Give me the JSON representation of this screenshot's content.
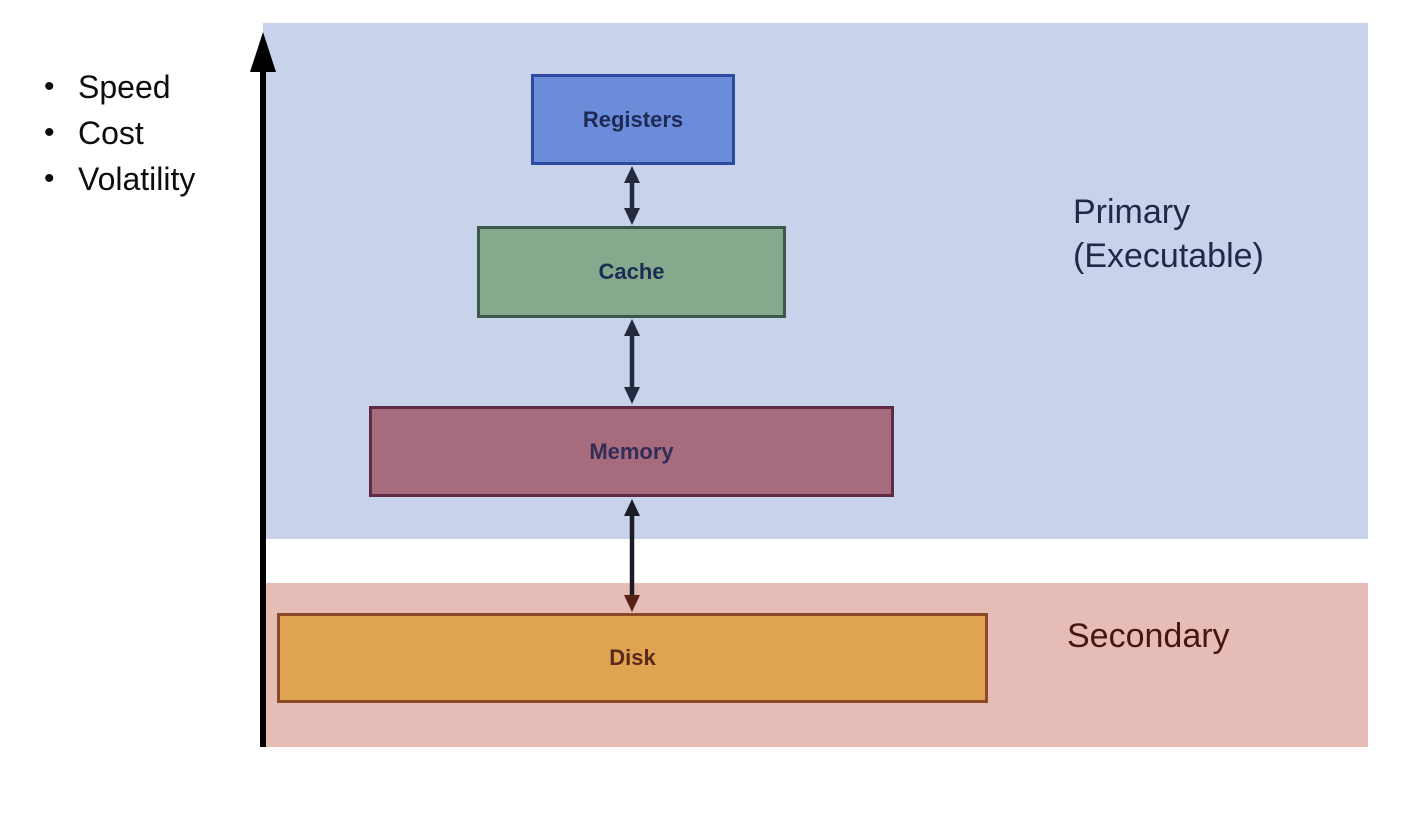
{
  "bullets": {
    "items": [
      "Speed",
      "Cost",
      "Volatility"
    ]
  },
  "regions": {
    "primary": {
      "label_line1": "Primary",
      "label_line2": "(Executable)",
      "bg": "#c8d2eb",
      "text_color": "#1e2a47"
    },
    "secondary": {
      "label": "Secondary",
      "bg": "#e6bcb7",
      "text_color": "#47170f"
    }
  },
  "axis": {
    "direction": "up",
    "color": "#000000"
  },
  "nodes": [
    {
      "id": "registers",
      "label": "Registers",
      "fill": "#6b8cd9",
      "border": "#2c4ba0",
      "text_color": "#1e2a55"
    },
    {
      "id": "cache",
      "label": "Cache",
      "fill": "#85a98d",
      "border": "#3c584c",
      "text_color": "#1b2d52"
    },
    {
      "id": "memory",
      "label": "Memory",
      "fill": "#a76b7e",
      "border": "#5e2a44",
      "text_color": "#312d57"
    },
    {
      "id": "disk",
      "label": "Disk",
      "fill": "#e0a352",
      "border": "#8a4a28",
      "text_color": "#5a291b"
    }
  ],
  "arrows": [
    {
      "from": "registers",
      "to": "cache",
      "style": "double-headed",
      "color": "#242b3e"
    },
    {
      "from": "cache",
      "to": "memory",
      "style": "double-headed",
      "color": "#242b3e"
    },
    {
      "from": "memory",
      "to": "disk",
      "style": "double-headed",
      "color": "#1c1c26",
      "head_bottom_color": "#5a2016"
    }
  ]
}
